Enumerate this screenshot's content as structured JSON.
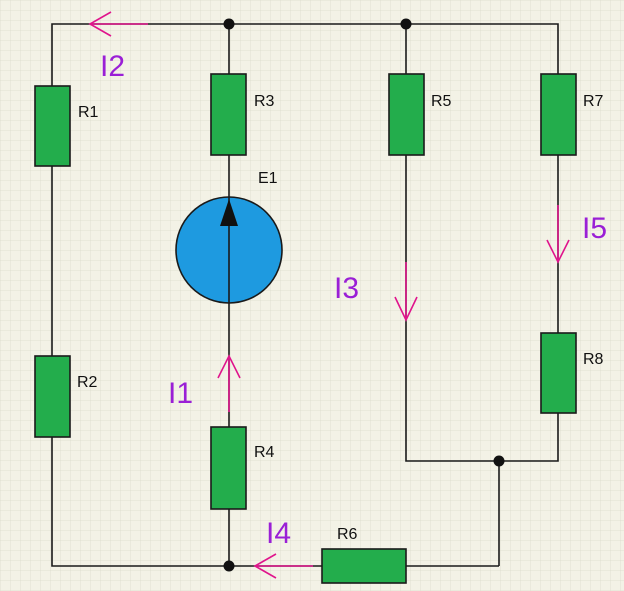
{
  "resistors": {
    "r1": "R1",
    "r2": "R2",
    "r3": "R3",
    "r4": "R4",
    "r5": "R5",
    "r6": "R6",
    "r7": "R7",
    "r8": "R8"
  },
  "source": {
    "label": "E1"
  },
  "currents": {
    "i1": "I1",
    "i2": "I2",
    "i3": "I3",
    "i4": "I4",
    "i5": "I5"
  },
  "colors": {
    "resistor_fill": "#23ad4c",
    "source_fill": "#1e9ae0",
    "current_arrow": "#e0148c",
    "current_label": "#9a1fd6",
    "grid_background": "#f3f2e6"
  }
}
